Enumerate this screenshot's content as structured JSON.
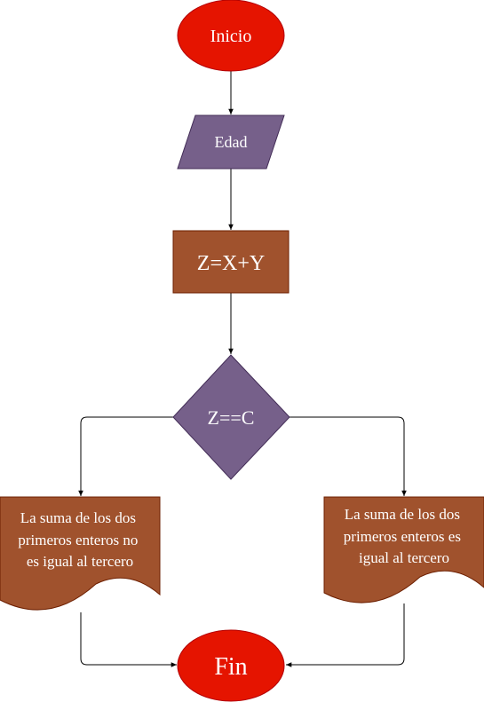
{
  "diagram": {
    "start": {
      "label": "Inicio"
    },
    "input": {
      "label": "Edad"
    },
    "process": {
      "label": "Z=X+Y"
    },
    "decision": {
      "label": "Z==C"
    },
    "output_left": {
      "lines": [
        "La suma de los dos",
        "primeros enteros no",
        "es igual al tercero"
      ]
    },
    "output_right": {
      "lines": [
        "La suma de los dos",
        "primeros enteros es",
        "igual al tercero"
      ]
    },
    "end": {
      "label": "Fin"
    }
  },
  "colors": {
    "terminal": "#e51400",
    "io": "#76608a",
    "process": "#a0522d",
    "text": "#ffffff",
    "edge": "#000000"
  }
}
